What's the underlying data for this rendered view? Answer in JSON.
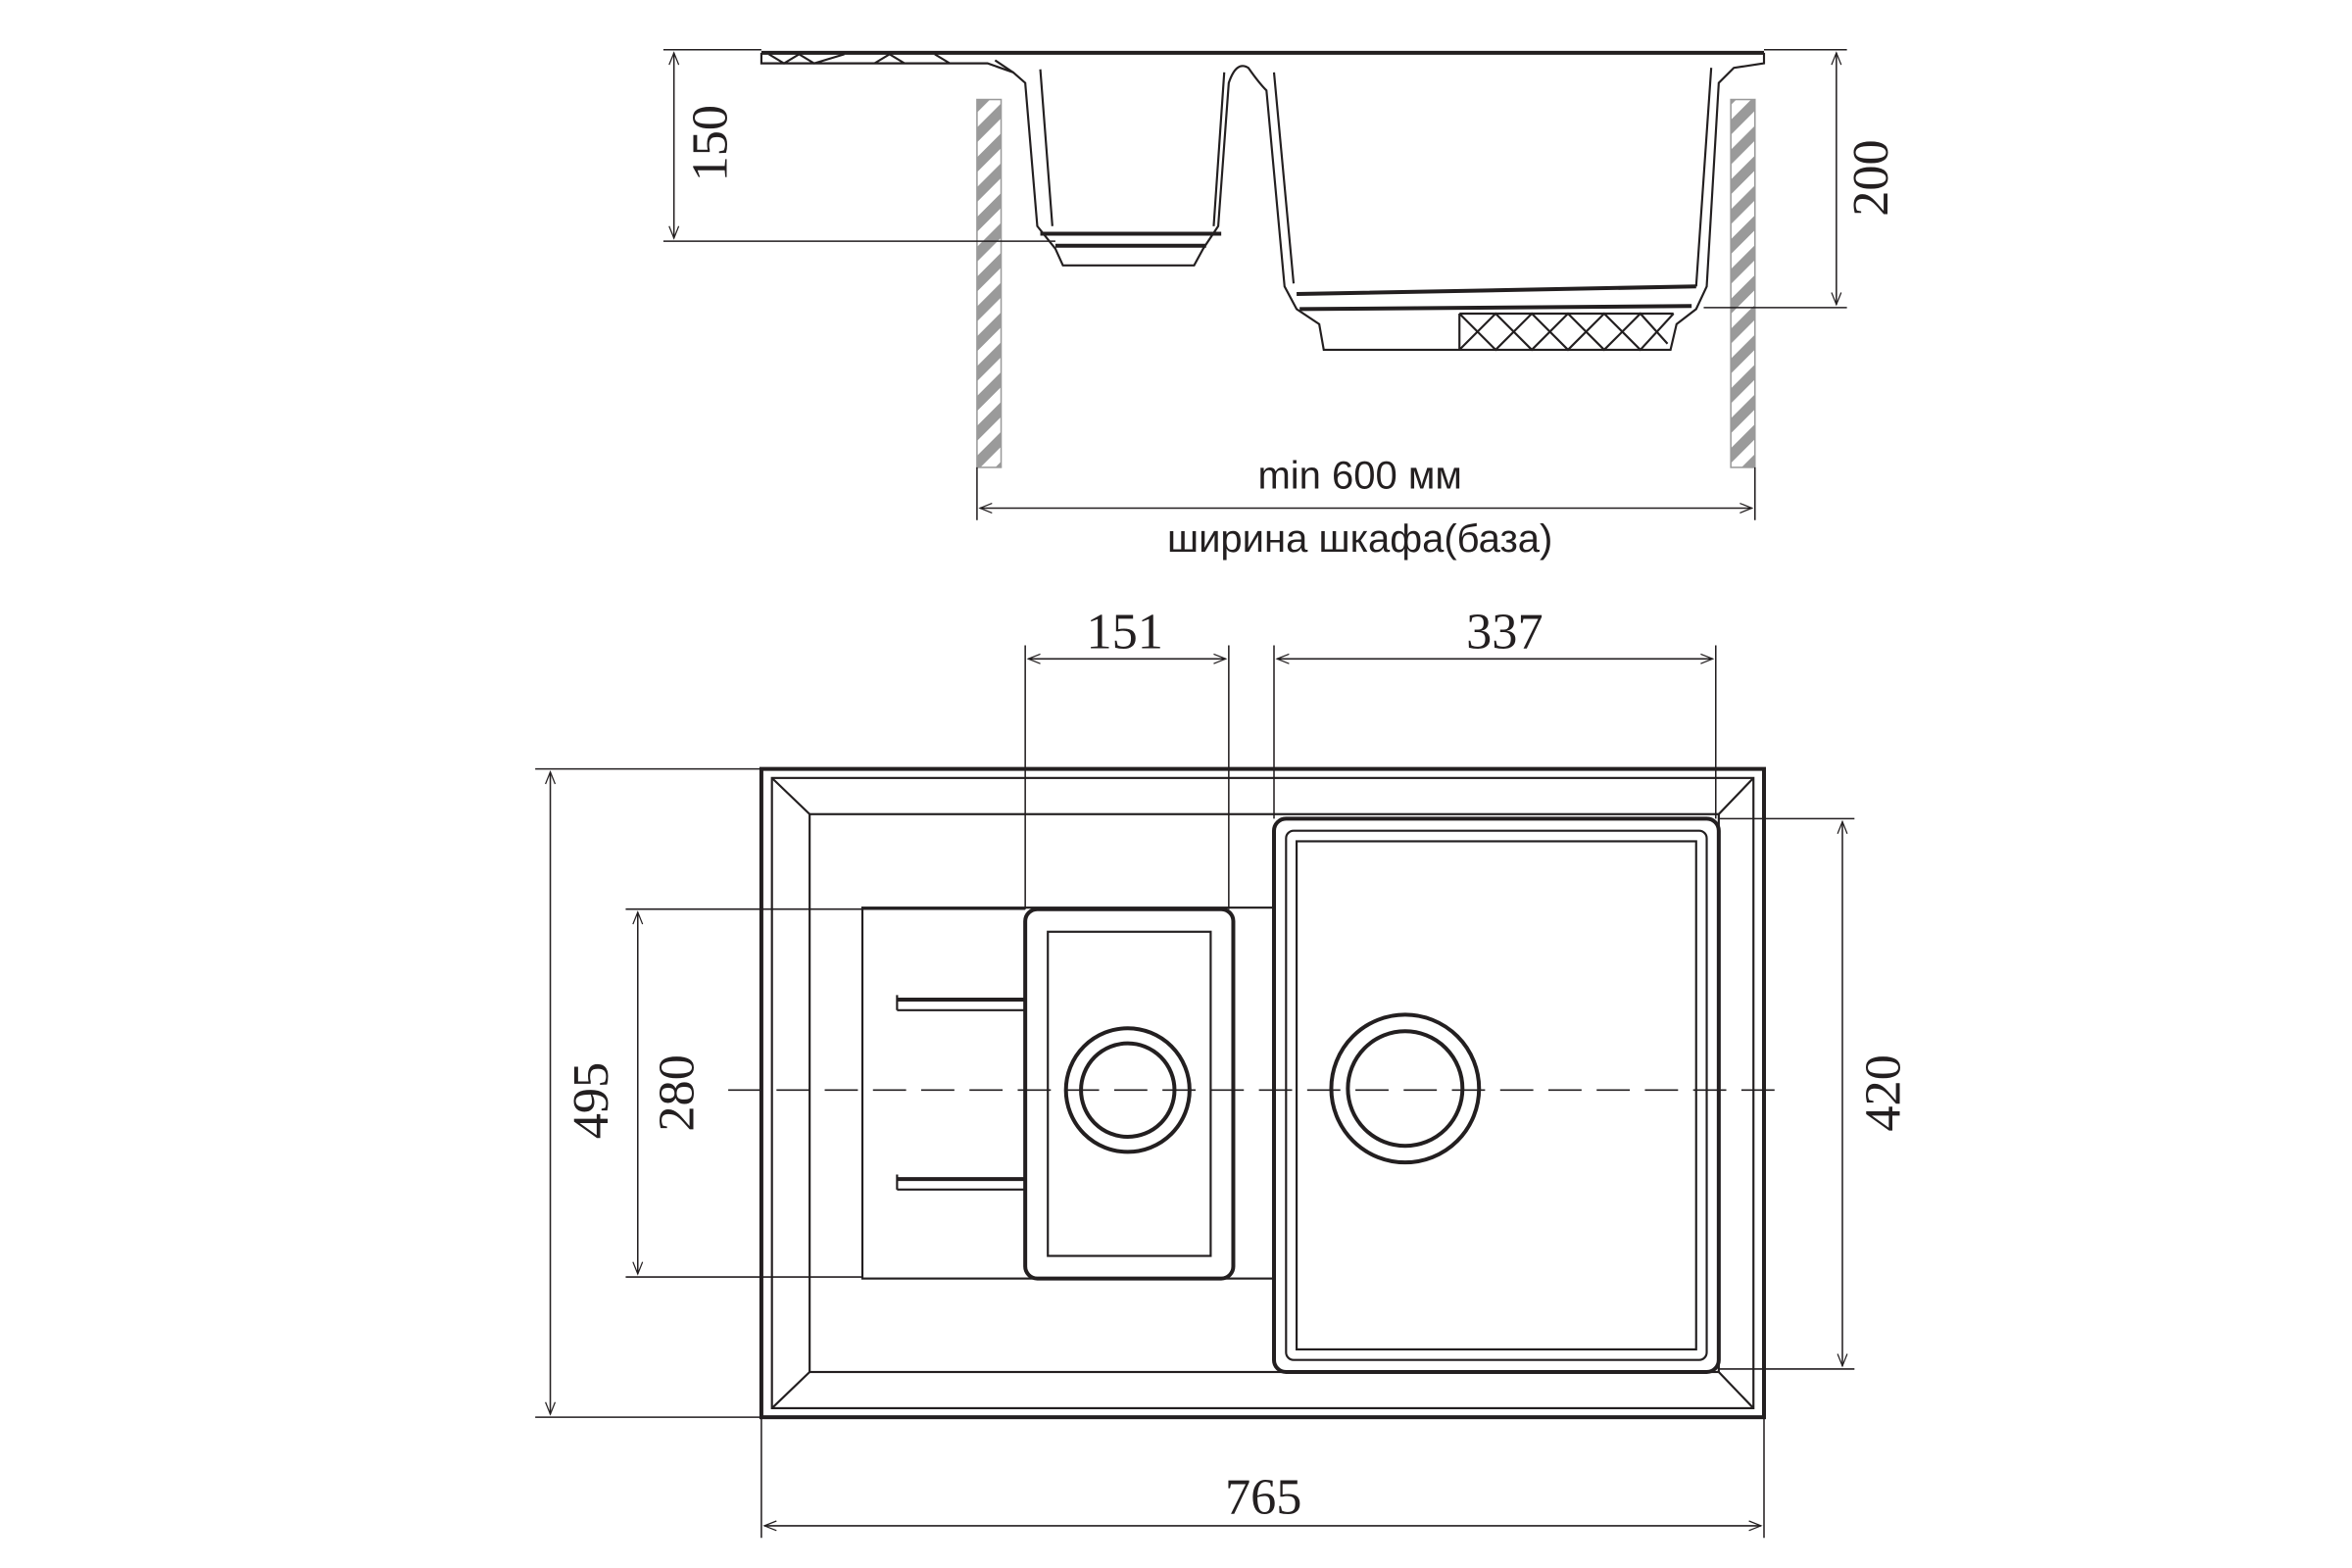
{
  "side_view": {
    "depth_small_bowl": "150",
    "depth_large_bowl": "200",
    "cabinet_min_width": "min 600 мм",
    "cabinet_width_label": "ширина шкафа(база)"
  },
  "top_view": {
    "small_bowl_width": "151",
    "large_bowl_width": "337",
    "overall_depth": "495",
    "small_bowl_length": "280",
    "large_bowl_length": "420",
    "overall_width": "765"
  },
  "colors": {
    "line": "#231f20",
    "hatch": "#9a9a9a"
  }
}
